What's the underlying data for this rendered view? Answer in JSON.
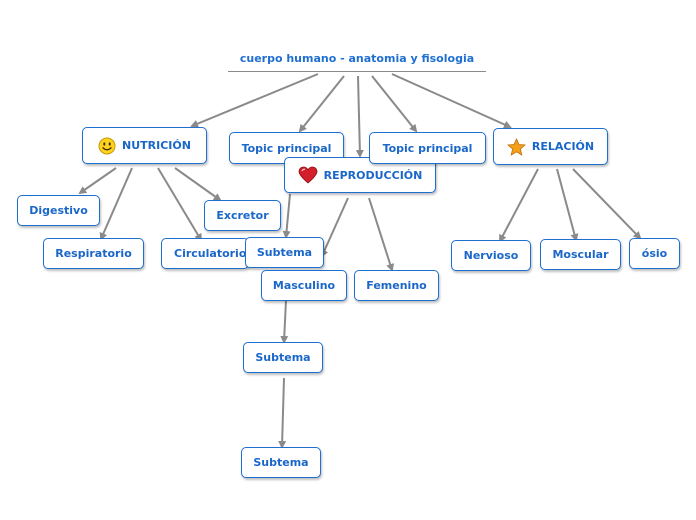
{
  "title": "cuerpo humano - anatomia y fisologia",
  "nodes": {
    "nutricion": "NUTRICIÓN",
    "topic1": "Topic principal",
    "reproduccion": "REPRODUCCIÓN",
    "topic2": "Topic principal",
    "relacion": "RELACIÓN",
    "digestivo": "Digestivo",
    "excretor": "Excretor",
    "respiratorio": "Respiratorio",
    "circulatorio": "Circulatorio",
    "subtema1": "Subtema",
    "masculino": "Masculino",
    "femenino": "Femenino",
    "subtema2": "Subtema",
    "subtema3": "Subtema",
    "nervioso": "Nervioso",
    "moscular": "Moscular",
    "osio": "ósio"
  },
  "icons": {
    "nutricion": "smiley-icon",
    "reproduccion": "heart-icon",
    "relacion": "star-icon"
  },
  "colors": {
    "accent": "#1f6fd1",
    "edge": "#8a8a8a"
  }
}
